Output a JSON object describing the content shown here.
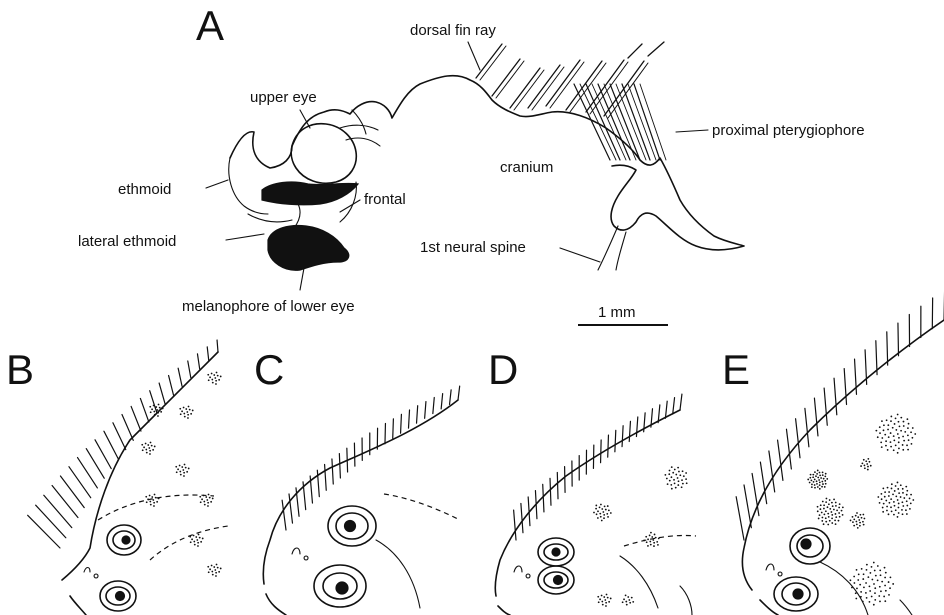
{
  "panels": {
    "a": {
      "letter": "A",
      "labels": {
        "dorsal_fin_ray": "dorsal fin ray",
        "upper_eye": "upper eye",
        "proximal_pterygiophore": "proximal pterygiophore",
        "cranium": "cranium",
        "ethmoid": "ethmoid",
        "frontal": "frontal",
        "lateral_ethmoid": "lateral ethmoid",
        "first_neural_spine": "1st neural spine",
        "melanophore_lower_eye": "melanophore of lower eye"
      },
      "scale_bar": "1 mm"
    },
    "b": {
      "letter": "B"
    },
    "c": {
      "letter": "C"
    },
    "d": {
      "letter": "D"
    },
    "e": {
      "letter": "E"
    }
  }
}
